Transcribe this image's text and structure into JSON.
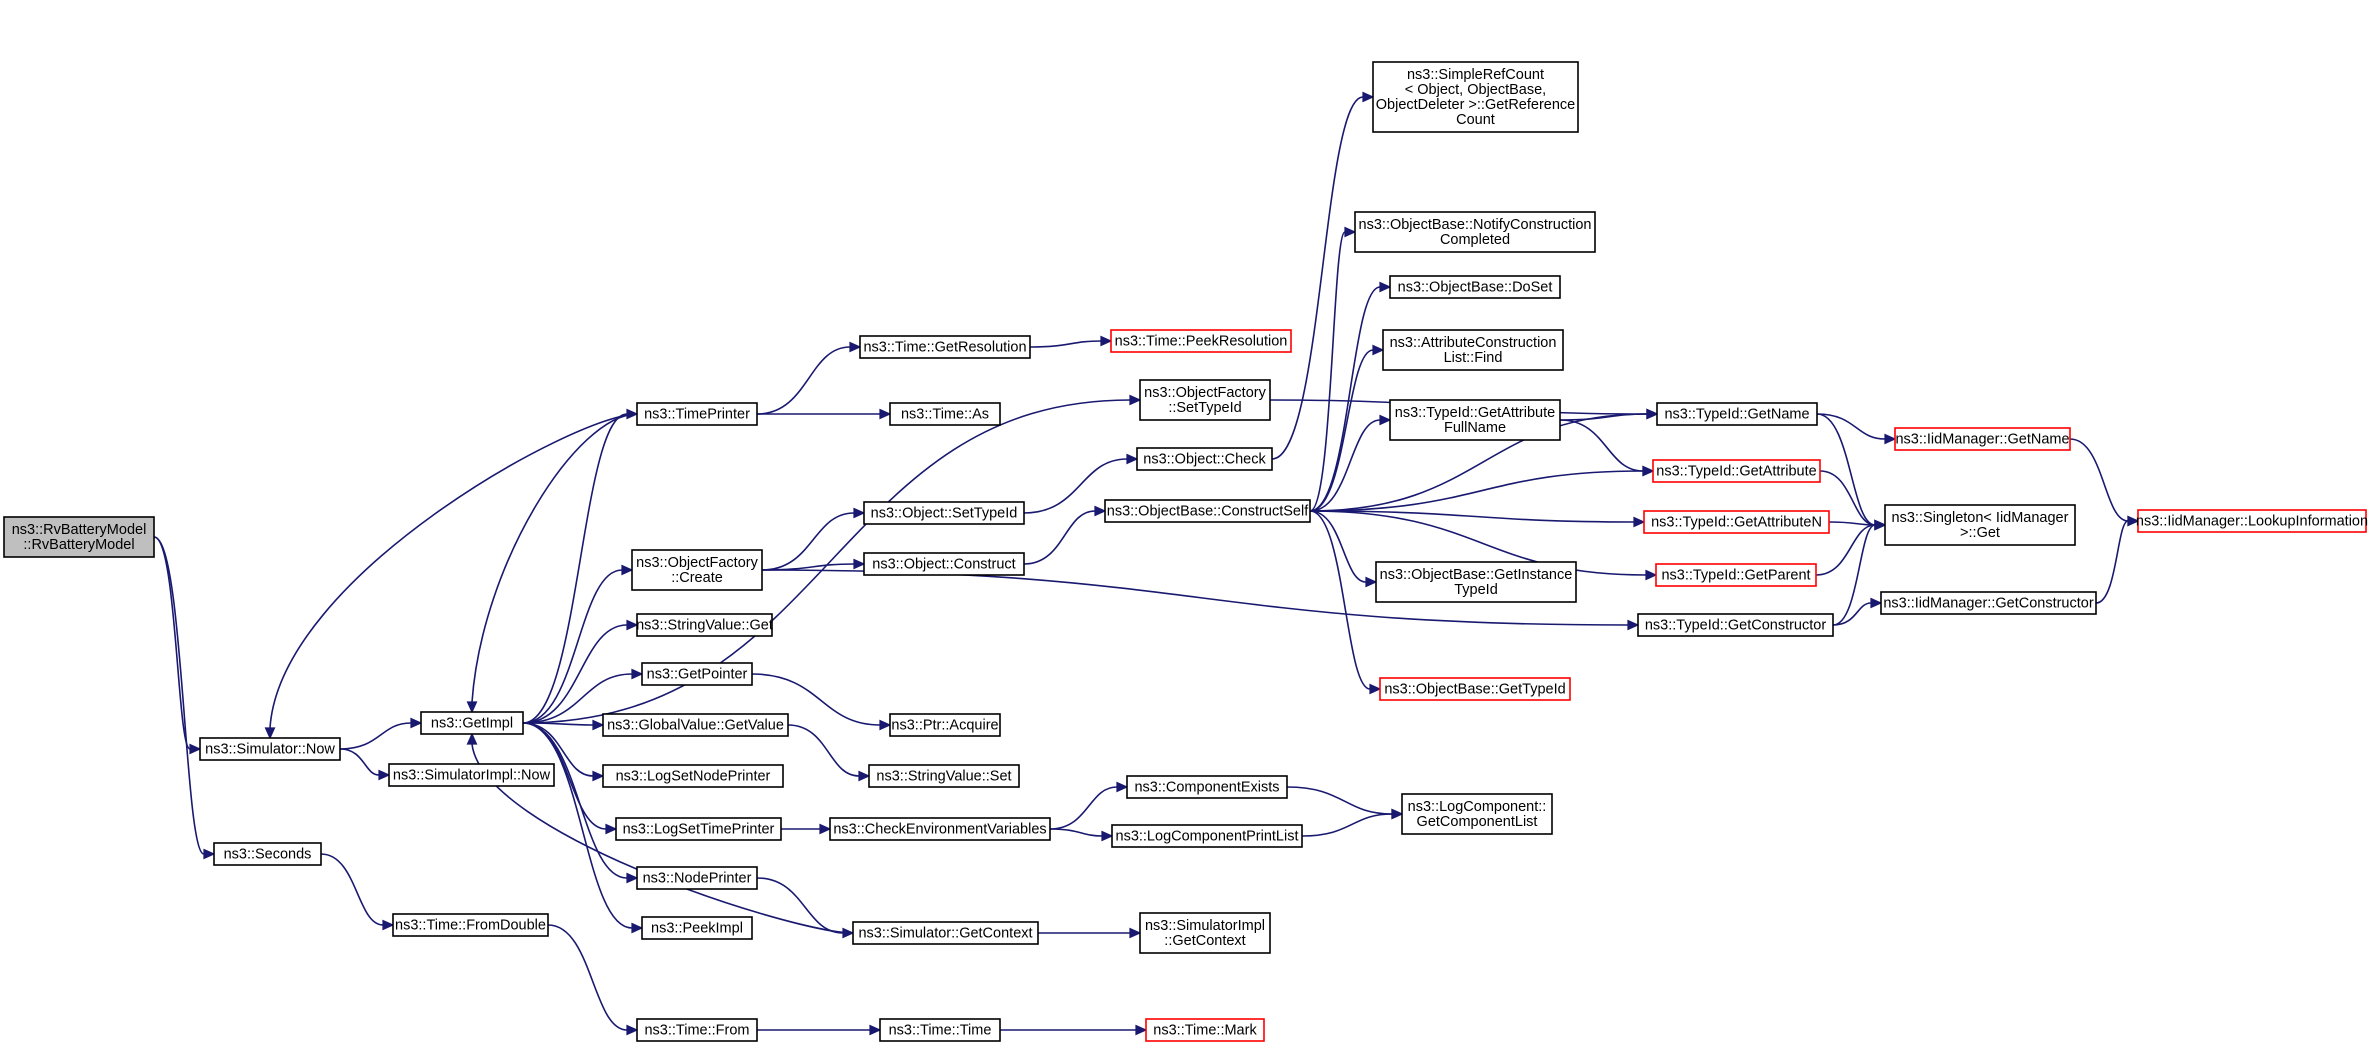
{
  "diagram": {
    "colors": {
      "edge": "#191970",
      "root_fill": "#bfbfbf",
      "truncated_border": "#ff0000",
      "node_border": "#000000"
    },
    "nodes": [
      {
        "id": "root",
        "lines": [
          "ns3::RvBatteryModel",
          "::RvBatteryModel"
        ],
        "style": "root"
      },
      {
        "id": "simnow",
        "lines": [
          "ns3::Simulator::Now"
        ],
        "style": "plain"
      },
      {
        "id": "seconds",
        "lines": [
          "ns3::Seconds"
        ],
        "style": "plain"
      },
      {
        "id": "getimpl",
        "lines": [
          "ns3::GetImpl"
        ],
        "style": "plain"
      },
      {
        "id": "simimplnow",
        "lines": [
          "ns3::SimulatorImpl::Now"
        ],
        "style": "plain"
      },
      {
        "id": "fromdouble",
        "lines": [
          "ns3::Time::FromDouble"
        ],
        "style": "plain"
      },
      {
        "id": "timeprinter",
        "lines": [
          "ns3::TimePrinter"
        ],
        "style": "plain"
      },
      {
        "id": "objfactcreate",
        "lines": [
          "ns3::ObjectFactory",
          "::Create"
        ],
        "style": "plain"
      },
      {
        "id": "strvalget",
        "lines": [
          "ns3::StringValue::Get"
        ],
        "style": "plain"
      },
      {
        "id": "getpointer",
        "lines": [
          "ns3::GetPointer"
        ],
        "style": "plain"
      },
      {
        "id": "globalvalget",
        "lines": [
          "ns3::GlobalValue::GetValue"
        ],
        "style": "plain"
      },
      {
        "id": "logsetnode",
        "lines": [
          "ns3::LogSetNodePrinter"
        ],
        "style": "plain"
      },
      {
        "id": "logsettime",
        "lines": [
          "ns3::LogSetTimePrinter"
        ],
        "style": "plain"
      },
      {
        "id": "nodeprinter",
        "lines": [
          "ns3::NodePrinter"
        ],
        "style": "plain"
      },
      {
        "id": "peekimpl",
        "lines": [
          "ns3::PeekImpl"
        ],
        "style": "plain"
      },
      {
        "id": "timefrom",
        "lines": [
          "ns3::Time::From"
        ],
        "style": "plain"
      },
      {
        "id": "getresolution",
        "lines": [
          "ns3::Time::GetResolution"
        ],
        "style": "plain"
      },
      {
        "id": "timeas",
        "lines": [
          "ns3::Time::As"
        ],
        "style": "plain"
      },
      {
        "id": "objsettypeid",
        "lines": [
          "ns3::Object::SetTypeId"
        ],
        "style": "plain"
      },
      {
        "id": "objconstruct",
        "lines": [
          "ns3::Object::Construct"
        ],
        "style": "plain"
      },
      {
        "id": "ptracquire",
        "lines": [
          "ns3::Ptr::Acquire"
        ],
        "style": "plain"
      },
      {
        "id": "strvalset",
        "lines": [
          "ns3::StringValue::Set"
        ],
        "style": "plain"
      },
      {
        "id": "checkenv",
        "lines": [
          "ns3::CheckEnvironmentVariables"
        ],
        "style": "plain"
      },
      {
        "id": "simgetcontext",
        "lines": [
          "ns3::Simulator::GetContext"
        ],
        "style": "plain"
      },
      {
        "id": "timetime",
        "lines": [
          "ns3::Time::Time"
        ],
        "style": "plain"
      },
      {
        "id": "peekres",
        "lines": [
          "ns3::Time::PeekResolution"
        ],
        "style": "trunc"
      },
      {
        "id": "objfactsettypeid",
        "lines": [
          "ns3::ObjectFactory",
          "::SetTypeId"
        ],
        "style": "plain"
      },
      {
        "id": "objcheck",
        "lines": [
          "ns3::Object::Check"
        ],
        "style": "plain"
      },
      {
        "id": "constructself",
        "lines": [
          "ns3::ObjectBase::ConstructSelf"
        ],
        "style": "plain"
      },
      {
        "id": "compexists",
        "lines": [
          "ns3::ComponentExists"
        ],
        "style": "plain"
      },
      {
        "id": "logcompprint",
        "lines": [
          "ns3::LogComponentPrintList"
        ],
        "style": "plain"
      },
      {
        "id": "simimplgetctx",
        "lines": [
          "ns3::SimulatorImpl",
          "::GetContext"
        ],
        "style": "plain"
      },
      {
        "id": "timemark",
        "lines": [
          "ns3::Time::Mark"
        ],
        "style": "trunc"
      },
      {
        "id": "simplerefcount",
        "lines": [
          "ns3::SimpleRefCount",
          "< Object, ObjectBase,",
          "ObjectDeleter >::GetReference",
          "Count"
        ],
        "style": "plain"
      },
      {
        "id": "notifyconstr",
        "lines": [
          "ns3::ObjectBase::NotifyConstruction",
          "Completed"
        ],
        "style": "plain"
      },
      {
        "id": "doset",
        "lines": [
          "ns3::ObjectBase::DoSet"
        ],
        "style": "plain"
      },
      {
        "id": "attrconstrfind",
        "lines": [
          "ns3::AttributeConstruction",
          "List::Find"
        ],
        "style": "plain"
      },
      {
        "id": "getattrfullname",
        "lines": [
          "ns3::TypeId::GetAttribute",
          "FullName"
        ],
        "style": "plain"
      },
      {
        "id": "getinstancetypeid",
        "lines": [
          "ns3::ObjectBase::GetInstance",
          "TypeId"
        ],
        "style": "plain"
      },
      {
        "id": "objbasegettypeid",
        "lines": [
          "ns3::ObjectBase::GetTypeId"
        ],
        "style": "trunc"
      },
      {
        "id": "logcompgetlist",
        "lines": [
          "ns3::LogComponent::",
          "GetComponentList"
        ],
        "style": "plain"
      },
      {
        "id": "typeidgetname",
        "lines": [
          "ns3::TypeId::GetName"
        ],
        "style": "plain"
      },
      {
        "id": "typeidgetattr",
        "lines": [
          "ns3::TypeId::GetAttribute"
        ],
        "style": "trunc"
      },
      {
        "id": "typeidgetattrn",
        "lines": [
          "ns3::TypeId::GetAttributeN"
        ],
        "style": "trunc"
      },
      {
        "id": "typeidgetparent",
        "lines": [
          "ns3::TypeId::GetParent"
        ],
        "style": "trunc"
      },
      {
        "id": "typeidgetctor",
        "lines": [
          "ns3::TypeId::GetConstructor"
        ],
        "style": "plain"
      },
      {
        "id": "iidgetname",
        "lines": [
          "ns3::IidManager::GetName"
        ],
        "style": "trunc"
      },
      {
        "id": "singletonget",
        "lines": [
          "ns3::Singleton< IidManager",
          ">::Get"
        ],
        "style": "plain"
      },
      {
        "id": "iidgetctor",
        "lines": [
          "ns3::IidManager::GetConstructor"
        ],
        "style": "plain"
      },
      {
        "id": "iidlookup",
        "lines": [
          "ns3::IidManager::LookupInformation"
        ],
        "style": "trunc"
      }
    ],
    "edges": [
      [
        "root",
        "simnow"
      ],
      [
        "root",
        "seconds"
      ],
      [
        "simnow",
        "getimpl"
      ],
      [
        "simnow",
        "simimplnow"
      ],
      [
        "seconds",
        "fromdouble"
      ],
      [
        "fromdouble",
        "timefrom"
      ],
      [
        "timefrom",
        "timetime"
      ],
      [
        "timetime",
        "timemark"
      ],
      [
        "getimpl",
        "timeprinter"
      ],
      [
        "getimpl",
        "objfactcreate"
      ],
      [
        "getimpl",
        "strvalget"
      ],
      [
        "getimpl",
        "getpointer"
      ],
      [
        "getimpl",
        "globalvalget"
      ],
      [
        "getimpl",
        "logsetnode"
      ],
      [
        "getimpl",
        "logsettime"
      ],
      [
        "getimpl",
        "nodeprinter"
      ],
      [
        "getimpl",
        "peekimpl"
      ],
      [
        "getimpl",
        "objfactsettypeid"
      ],
      [
        "timeprinter",
        "simnow"
      ],
      [
        "timeprinter",
        "getimpl"
      ],
      [
        "timeprinter",
        "getresolution"
      ],
      [
        "timeprinter",
        "timeas"
      ],
      [
        "getresolution",
        "peekres"
      ],
      [
        "objfactcreate",
        "objsettypeid"
      ],
      [
        "objfactcreate",
        "objconstruct"
      ],
      [
        "objfactcreate",
        "typeidgetctor"
      ],
      [
        "objsettypeid",
        "objcheck"
      ],
      [
        "objconstruct",
        "constructself"
      ],
      [
        "getpointer",
        "ptracquire"
      ],
      [
        "globalvalget",
        "strvalset"
      ],
      [
        "logsettime",
        "checkenv"
      ],
      [
        "checkenv",
        "compexists"
      ],
      [
        "checkenv",
        "logcompprint"
      ],
      [
        "compexists",
        "logcompgetlist"
      ],
      [
        "logcompprint",
        "logcompgetlist"
      ],
      [
        "nodeprinter",
        "simgetcontext"
      ],
      [
        "simgetcontext",
        "getimpl"
      ],
      [
        "simgetcontext",
        "simimplgetctx"
      ],
      [
        "objfactsettypeid",
        "typeidgetname"
      ],
      [
        "objcheck",
        "simplerefcount"
      ],
      [
        "constructself",
        "notifyconstr"
      ],
      [
        "constructself",
        "doset"
      ],
      [
        "constructself",
        "attrconstrfind"
      ],
      [
        "constructself",
        "getattrfullname"
      ],
      [
        "constructself",
        "typeidgetname"
      ],
      [
        "constructself",
        "typeidgetattr"
      ],
      [
        "constructself",
        "typeidgetattrn"
      ],
      [
        "constructself",
        "getinstancetypeid"
      ],
      [
        "constructself",
        "objbasegettypeid"
      ],
      [
        "constructself",
        "typeidgetparent"
      ],
      [
        "getattrfullname",
        "typeidgetname"
      ],
      [
        "getattrfullname",
        "typeidgetattr"
      ],
      [
        "typeidgetname",
        "iidgetname"
      ],
      [
        "typeidgetname",
        "singletonget"
      ],
      [
        "typeidgetattr",
        "singletonget"
      ],
      [
        "typeidgetattrn",
        "singletonget"
      ],
      [
        "typeidgetparent",
        "singletonget"
      ],
      [
        "typeidgetctor",
        "singletonget"
      ],
      [
        "typeidgetctor",
        "iidgetctor"
      ],
      [
        "iidgetname",
        "iidlookup"
      ],
      [
        "iidgetctor",
        "iidlookup"
      ]
    ]
  }
}
